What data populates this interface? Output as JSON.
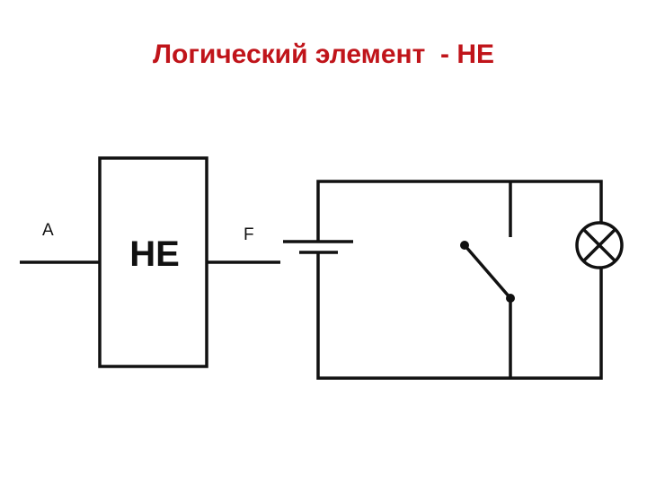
{
  "title": "Логический элемент  - НЕ",
  "gate": {
    "label": "НЕ",
    "input_label": "A",
    "output_label": "F"
  },
  "colors": {
    "title": "#c0141a",
    "stroke": "#111111",
    "background": "#ffffff"
  },
  "icons": {
    "battery": "battery-icon",
    "switch": "switch-icon",
    "lamp": "lamp-icon"
  }
}
